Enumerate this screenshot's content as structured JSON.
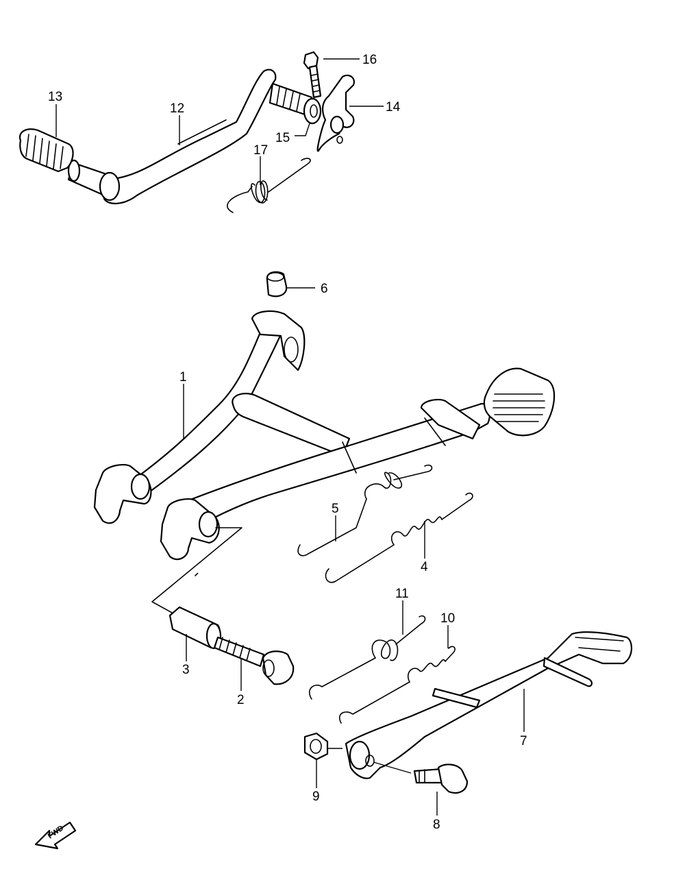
{
  "diagram": {
    "callouts": [
      {
        "id": "1",
        "label": "1"
      },
      {
        "id": "2",
        "label": "2"
      },
      {
        "id": "3",
        "label": "3"
      },
      {
        "id": "4",
        "label": "4"
      },
      {
        "id": "5",
        "label": "5"
      },
      {
        "id": "6",
        "label": "6"
      },
      {
        "id": "7",
        "label": "7"
      },
      {
        "id": "8",
        "label": "8"
      },
      {
        "id": "9",
        "label": "9"
      },
      {
        "id": "10",
        "label": "10"
      },
      {
        "id": "11",
        "label": "11"
      },
      {
        "id": "12",
        "label": "12"
      },
      {
        "id": "13",
        "label": "13"
      },
      {
        "id": "14",
        "label": "14"
      },
      {
        "id": "15",
        "label": "15"
      },
      {
        "id": "16",
        "label": "16"
      },
      {
        "id": "17",
        "label": "17"
      }
    ],
    "fwd_label": "FWD",
    "colors": {
      "line": "#000000",
      "background": "#ffffff"
    }
  }
}
